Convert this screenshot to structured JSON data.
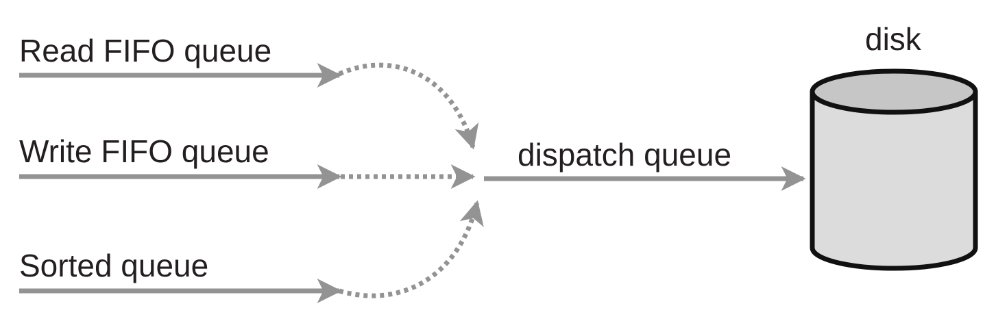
{
  "diagram": {
    "labels": {
      "read_fifo": "Read FIFO queue",
      "write_fifo": "Write FIFO queue",
      "sorted": "Sorted queue",
      "dispatch": "dispatch queue",
      "disk": "disk"
    },
    "colors": {
      "text": "#231f20",
      "arrow": "#939393",
      "disk_fill_body": "#dcdcdc",
      "disk_fill_top": "#c6c6c6",
      "disk_outline": "#111111"
    }
  }
}
